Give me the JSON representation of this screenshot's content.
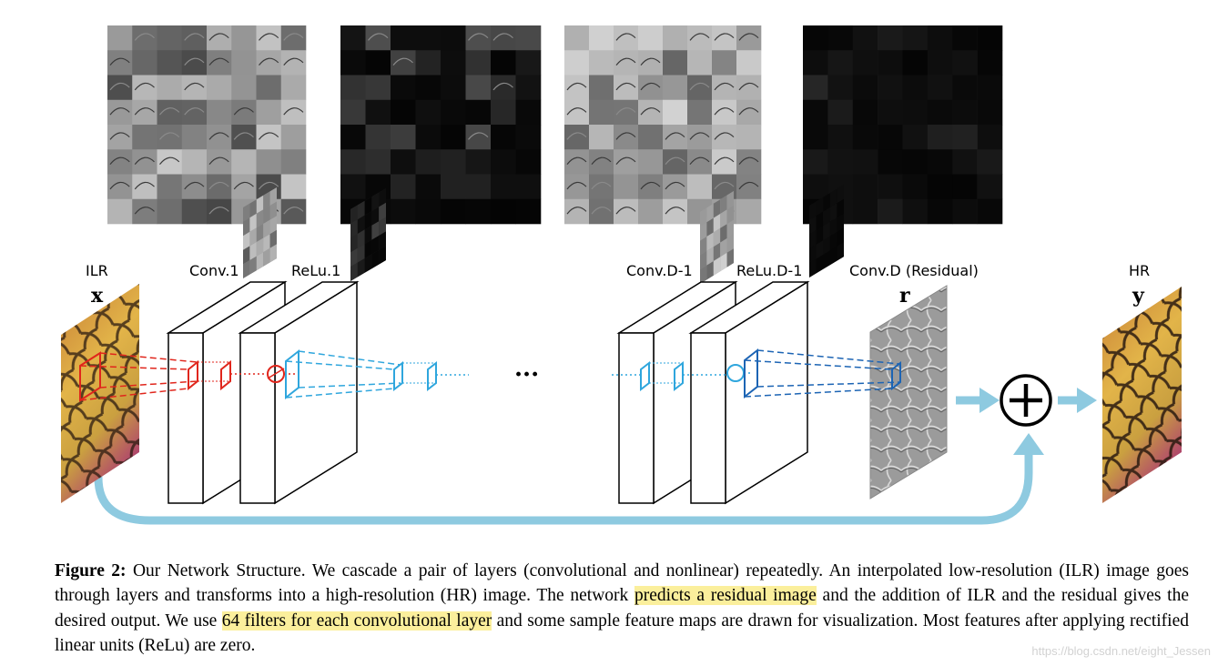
{
  "figure": {
    "labels": {
      "ilr": "ILR",
      "x": "x",
      "conv1": "Conv.1",
      "relu1": "ReLu.1",
      "ellipsis": "···",
      "convd1": "Conv.D-1",
      "relud1": "ReLu.D-1",
      "convd": "Conv.D (Residual)",
      "r": "r",
      "hr": "HR",
      "y": "y",
      "plus": "+"
    },
    "colors": {
      "red": "#e0261c",
      "cyan": "#2fa6dd",
      "blue": "#1c64b4",
      "arrow": "#8ecae0"
    }
  },
  "caption": {
    "label": "Figure 2:",
    "part1": " Our Network Structure. We cascade a pair of layers (convolutional and nonlinear) repeatedly. An interpolated low-resolution (ILR) image goes through layers and transforms into a high-resolution (HR) image. The network ",
    "highlight1": "predicts a residual image",
    "part2": " and the addition of ILR and the residual gives the desired output. We use ",
    "highlight2": "64 filters for each convolutional layer",
    "part3": " and some sample feature maps are drawn for visualization. Most features after applying rectified linear units (ReLu) are zero."
  },
  "watermark": "https://blog.csdn.net/eight_Jessen"
}
